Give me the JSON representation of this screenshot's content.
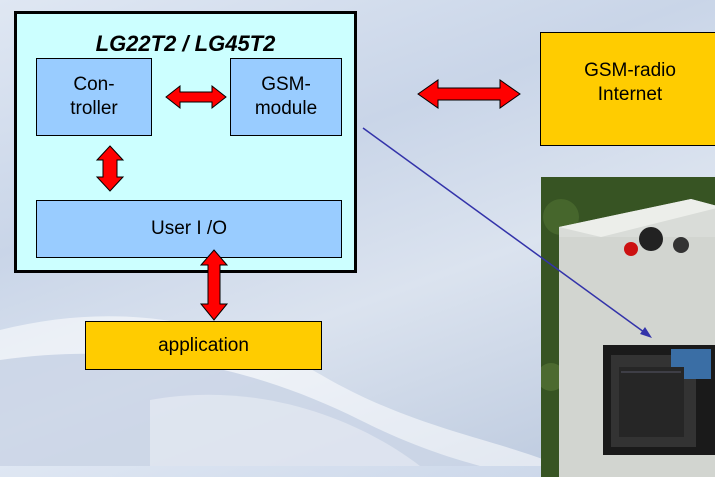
{
  "diagram": {
    "device_title": "LG22T2 / LG45T2",
    "controller_label": "Con-\ntroller",
    "gsm_module_label": "GSM-\nmodule",
    "user_io_label": "User I /O",
    "application_label": "application",
    "gsm_radio_label": "GSM-radio\nInternet"
  },
  "colors": {
    "outer_fill": "#ccffff",
    "inner_fill": "#99ccff",
    "external_fill": "#ffcc00",
    "arrow_fill": "#ff0000",
    "connector_line": "#3333aa"
  },
  "photo": {
    "description_icon": "gsm-logger-enclosure-photo"
  }
}
